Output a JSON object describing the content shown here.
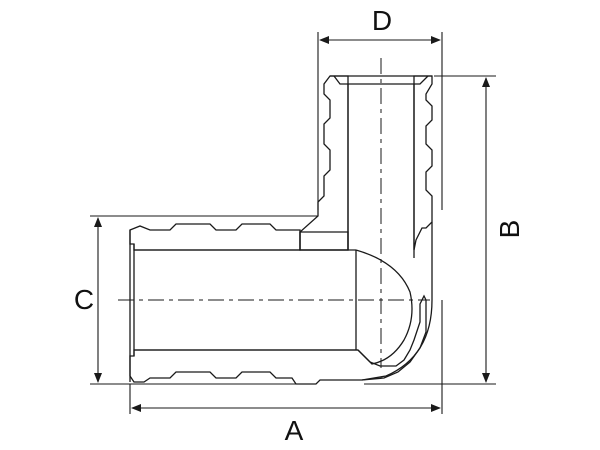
{
  "drawing": {
    "part": "elbow-fitting-section",
    "stroke_color": "#1a1a1a",
    "background": "#ffffff",
    "dimensions": {
      "a": "A",
      "b": "B",
      "c": "C",
      "d": "D"
    }
  }
}
